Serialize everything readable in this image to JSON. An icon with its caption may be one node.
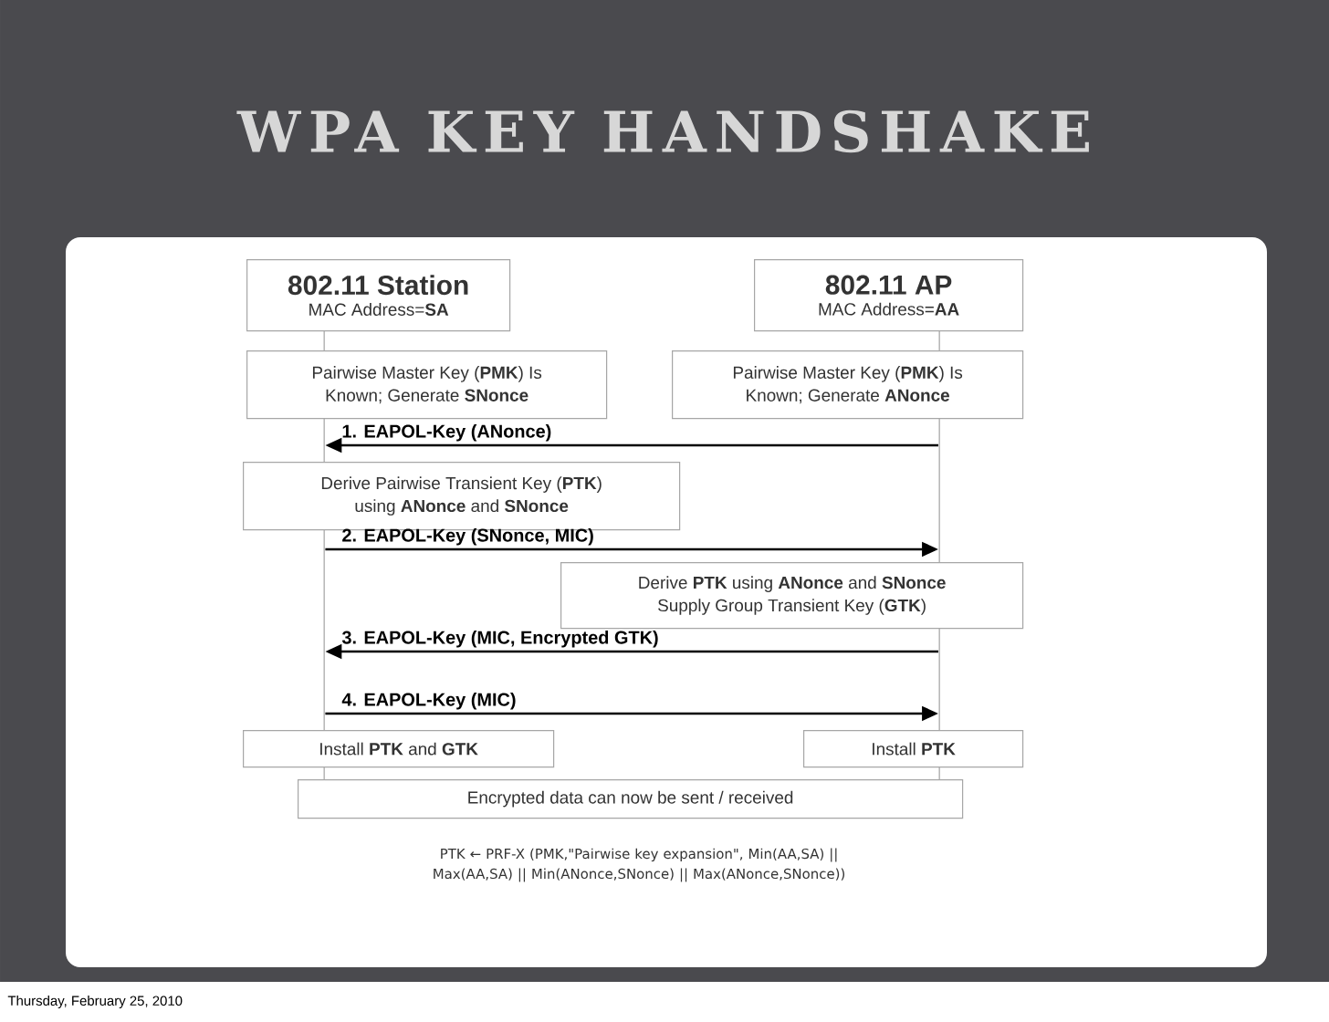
{
  "diagram": {
    "title": "WPA KEY HANDSHAKE",
    "nodes": [
      {
        "text": [
          "802.11 Station",
          "MAC Address=**SA**"
        ]
      },
      {
        "text": [
          "802.11 AP",
          "MAC Address=**AA**"
        ]
      },
      {
        "text": [
          "Pairwise Master Key (**PMK**) Is Known; Generate **SNonce**"
        ]
      },
      {
        "text": [
          "Pairwise Master Key (**PMK**) Is Known; Generate **ANonce**"
        ]
      },
      {
        "text": [
          "Derive Pairwise Transient Key (**PTK**) using **ANonce** and **SNonce**"
        ]
      },
      {
        "text": [
          "Derive **PTK** using **ANonce** and **SNonce** Supply Group Transient Key (**GTK**)"
        ]
      },
      {
        "text": [
          "Install **PTK** and **GTK**"
        ]
      },
      {
        "text": [
          "Install **PTK**"
        ]
      },
      {
        "text": [
          "Encrypted data can now be sent / received"
        ]
      },
      {
        "text": [],
        "shape": "bar"
      },
      {
        "text": [],
        "shape": "bar"
      }
    ],
    "edges": [
      {
        "from": 10,
        "to": 9,
        "arrow": "to",
        "label": "1. EAPOL-Key (ANonce)"
      },
      {
        "from": 9,
        "to": 10,
        "arrow": "to",
        "label": "2. EAPOL-Key (SNonce, MIC)"
      },
      {
        "from": 10,
        "to": 9,
        "arrow": "to",
        "label": "3. EAPOL-Key (MIC, Encrypted GTK)"
      },
      {
        "from": 9,
        "to": 10,
        "arrow": "to",
        "label": "4. EAPOL-Key (MIC)"
      }
    ],
    "labels": [
      "PTK ← PRF-X (PMK,\"Pairwise key expansion\", Min(AA,SA) || Max(AA,SA) || Min(ANonce,SNonce) || Max(ANonce,SNonce))",
      "Thursday, February 25, 2010"
    ]
  }
}
